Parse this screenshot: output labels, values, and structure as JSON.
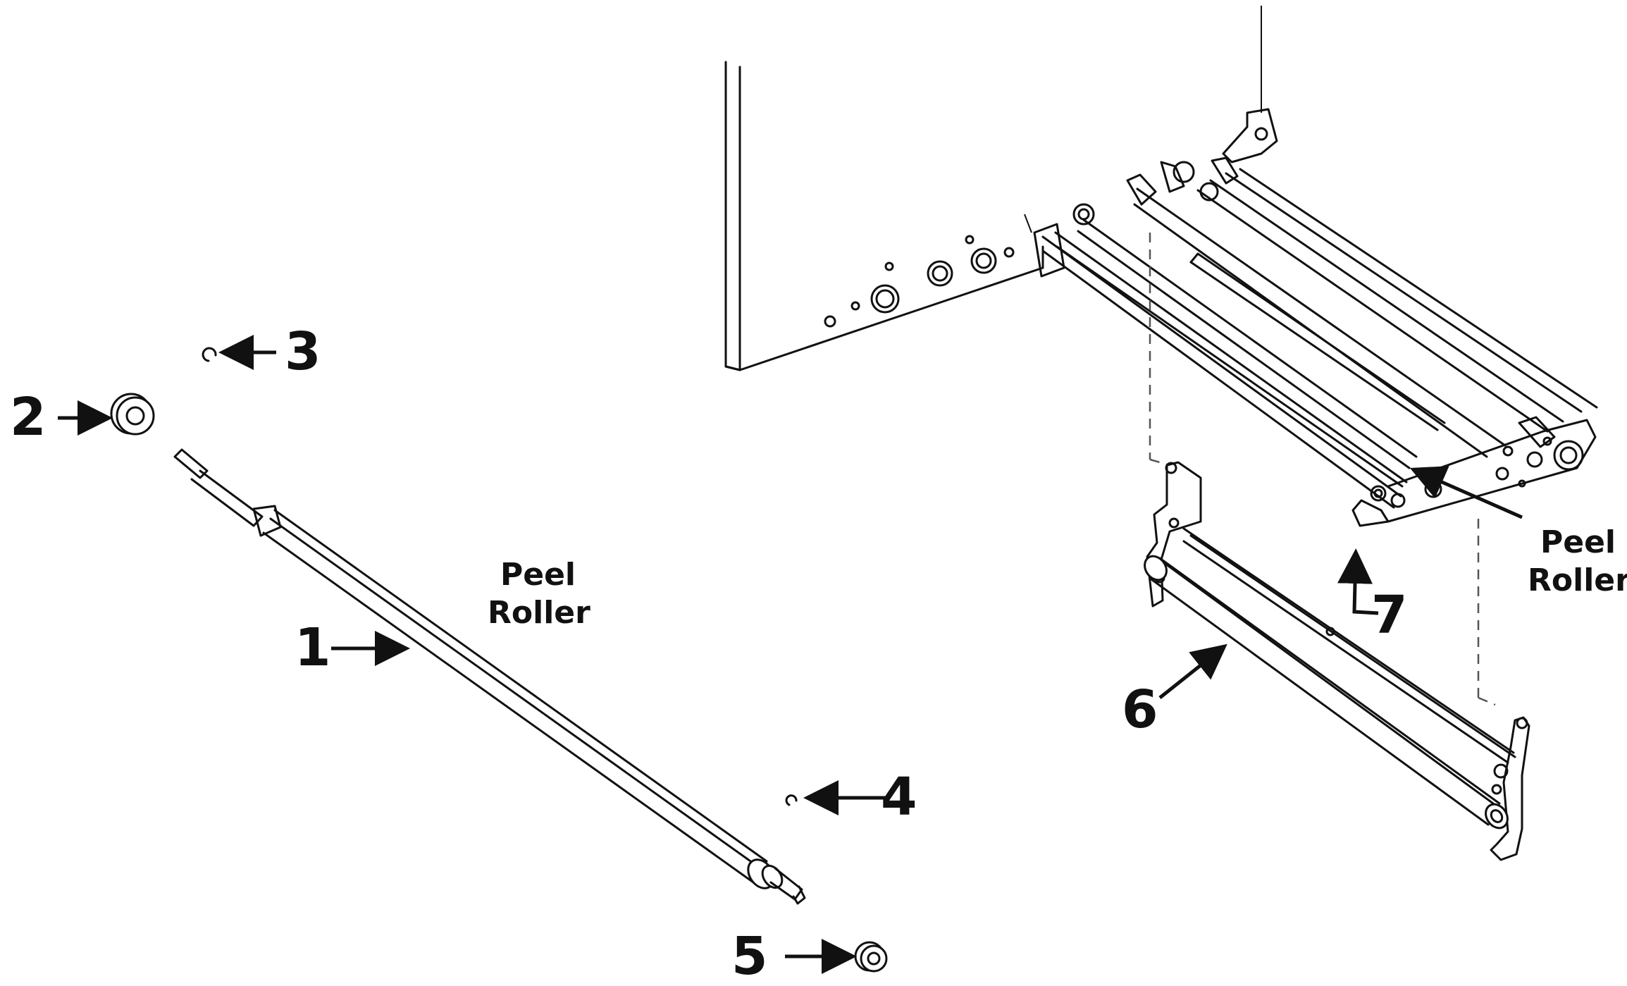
{
  "callouts": {
    "c1": "1",
    "c2": "2",
    "c3": "3",
    "c4": "4",
    "c5": "5",
    "c6": "6",
    "c7": "7"
  },
  "labels": {
    "left": {
      "line1": "Peel",
      "line2": "Roller"
    },
    "right": {
      "line1": "Peel",
      "line2": "Roller"
    }
  },
  "colors": {
    "line": "#111111",
    "background": "#ffffff"
  }
}
